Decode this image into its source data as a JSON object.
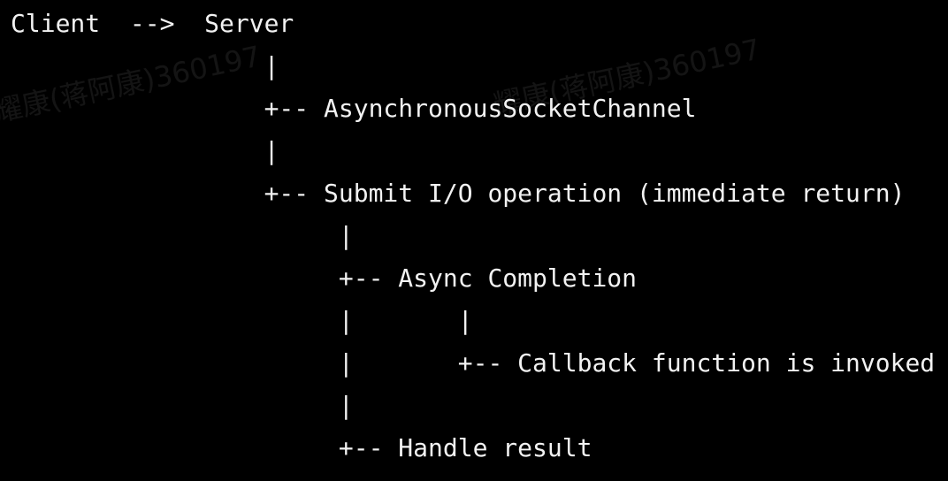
{
  "watermark": "耀康(蒋阿康)360197",
  "diagram_lines": [
    "Client  -->  Server",
    "                 |",
    "                 +-- AsynchronousSocketChannel",
    "                 |",
    "                 +-- Submit I/O operation (immediate return)",
    "                      |",
    "                      +-- Async Completion",
    "                      |       |",
    "                      |       +-- Callback function is invoked",
    "                      |",
    "                      +-- Handle result"
  ]
}
